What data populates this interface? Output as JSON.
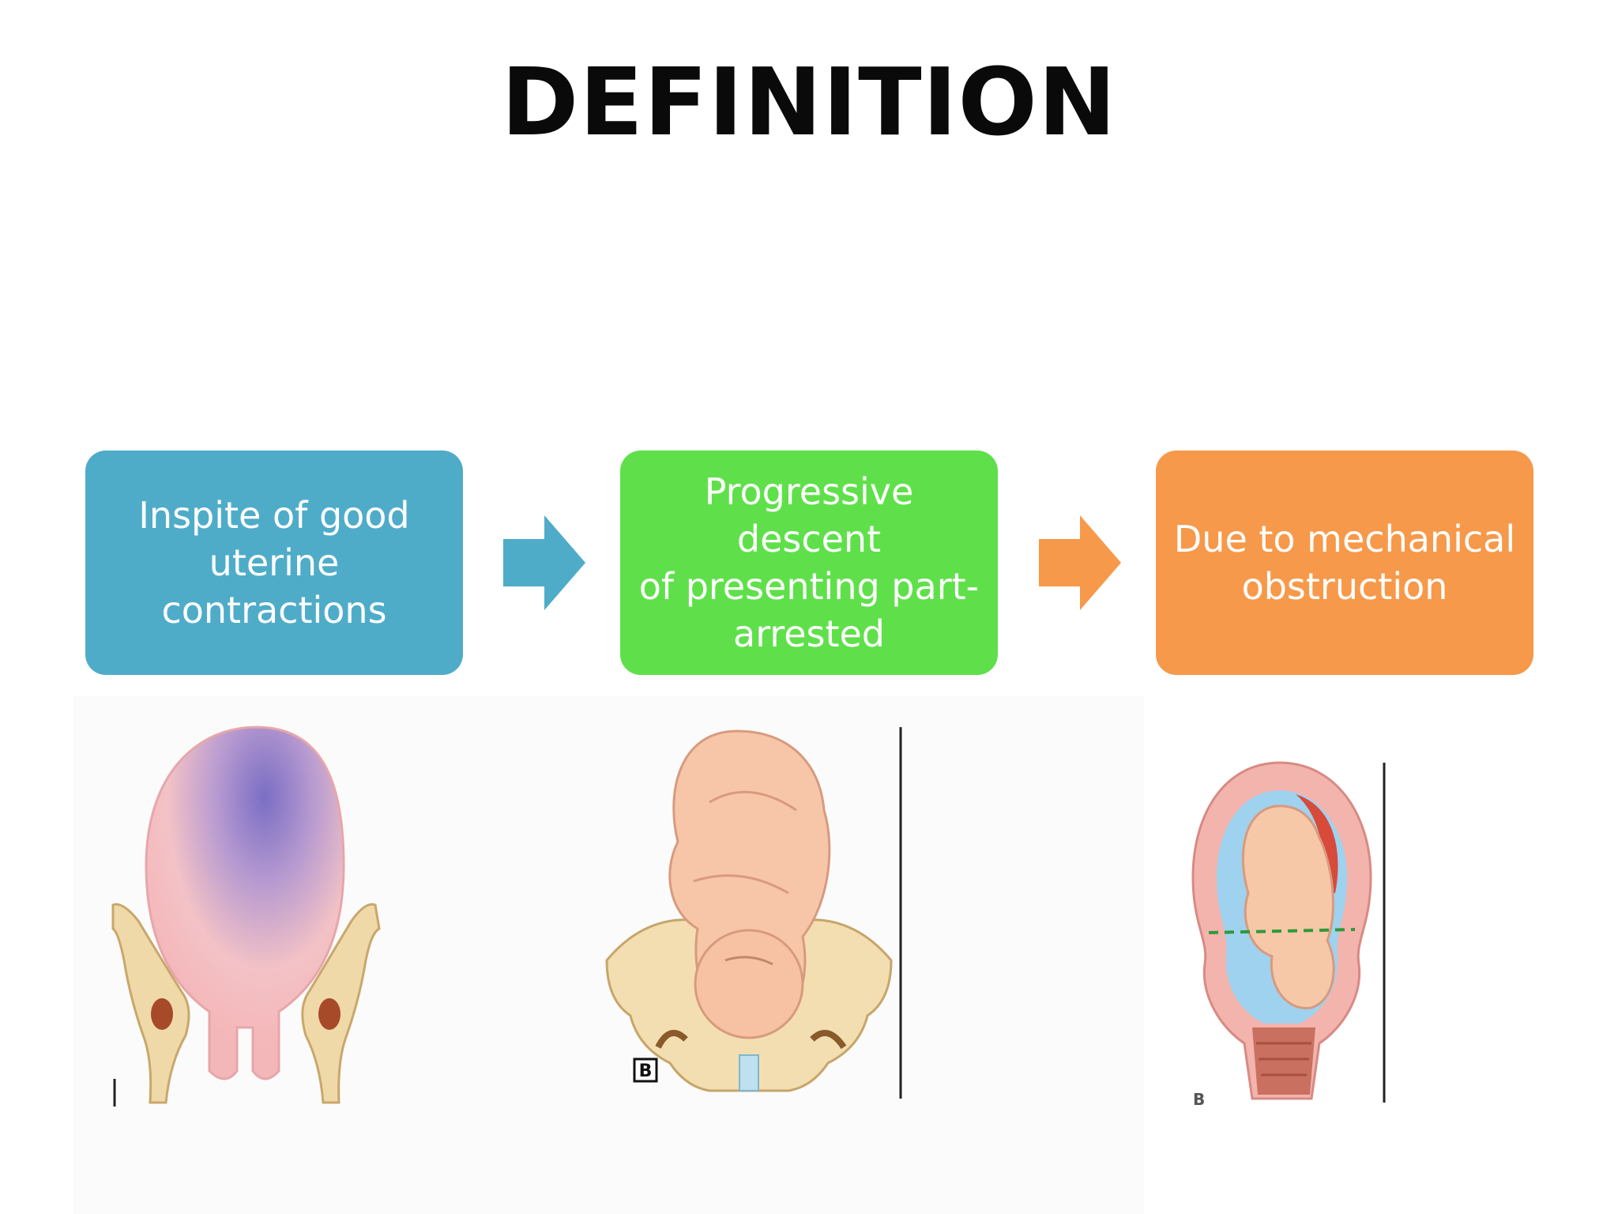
{
  "title": "DEFINITION",
  "steps": [
    {
      "lines": [
        "Inspite of good",
        "uterine",
        "contractions"
      ],
      "color": "#4FACC9"
    },
    {
      "lines": [
        "Progressive descent",
        "of presenting part-",
        "arrested"
      ],
      "color": "#5FE04A"
    },
    {
      "lines": [
        "Due to mechanical",
        "obstruction"
      ],
      "color": "#F7994A"
    }
  ],
  "arrow_colors": [
    "#4FACC9",
    "#F7994A"
  ],
  "figure_labels": {
    "fig2": "B",
    "fig3": "B"
  },
  "illustrations": [
    "uterus-pelvis-illustration",
    "fetus-descent-illustration",
    "obstructed-labor-illustration"
  ]
}
